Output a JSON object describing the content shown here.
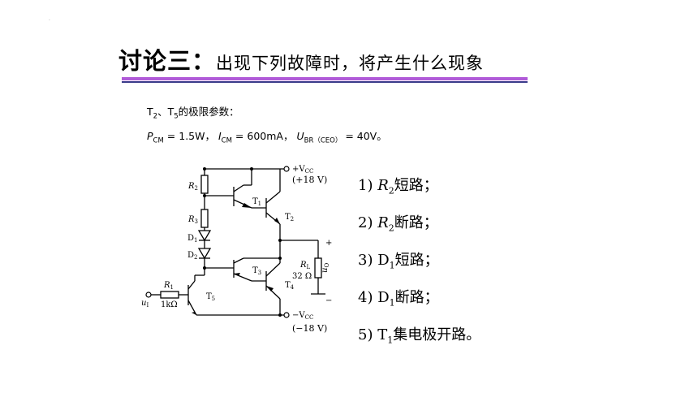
{
  "slide": {
    "title_heading": "讨论三：",
    "title_subtitle": "出现下列故障时，将产生什么现象"
  },
  "params": {
    "line1_T2": "T",
    "line1_T2_sub": "2",
    "line1_sep": "、T",
    "line1_T5_sub": "5",
    "line1_tail": "的极限参数：",
    "pcm_sym": "P",
    "pcm_sub": "CM",
    "pcm_val": " = 1.5W，",
    "icm_sym": "I",
    "icm_sub": "CM",
    "icm_val": " = 600mA，",
    "ubr_sym": "U",
    "ubr_sub": "BR（CEO）",
    "ubr_val": " = 40V。"
  },
  "circuit": {
    "vcc_pos": "+V",
    "vcc_pos_sub": "CC",
    "vcc_pos_val": "(+18 V)",
    "vcc_neg": "−V",
    "vcc_neg_sub": "CC",
    "vcc_neg_val": "(−18 V)",
    "R1": "R",
    "R1_sub": "1",
    "R1_val": "1kΩ",
    "R2": "R",
    "R2_sub": "2",
    "R3": "R",
    "R3_sub": "3",
    "D1": "D",
    "D1_sub": "1",
    "D2": "D",
    "D2_sub": "2",
    "T1": "T",
    "T1_sub": "1",
    "T2": "T",
    "T2_sub": "2",
    "T3": "T",
    "T3_sub": "3",
    "T4": "T",
    "T4_sub": "4",
    "T5": "T",
    "T5_sub": "5",
    "RL": "R",
    "RL_sub": "L",
    "RL_val": "32 Ω",
    "uI": "u",
    "uI_sub": "I",
    "uO": "u",
    "uO_sub": "O",
    "plus": "+",
    "minus": "−"
  },
  "faults": [
    {
      "num": "1) ",
      "part": "R",
      "sub": "2",
      "text": "短路；"
    },
    {
      "num": "2) ",
      "part": "R",
      "sub": "2",
      "text": "断路；"
    },
    {
      "num": "3) ",
      "part": "D",
      "sub": "1",
      "text": "短路；"
    },
    {
      "num": "4) ",
      "part": "D",
      "sub": "1",
      "text": "断路；"
    },
    {
      "num": "5) ",
      "part": "T",
      "sub": "1",
      "text": "集电极开路。"
    }
  ]
}
